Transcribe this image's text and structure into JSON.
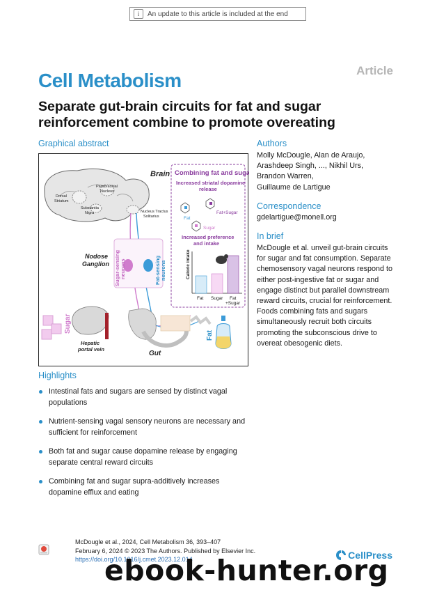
{
  "update_banner": {
    "icon": "info-icon",
    "text": "An update to this article is included at the end"
  },
  "journal_name": "Cell Metabolism",
  "article_type": "Article",
  "title": "Separate gut-brain circuits for fat and sugar reinforcement combine to promote overeating",
  "graphical_abstract": {
    "heading": "Graphical abstract",
    "labels": {
      "brain": "Brain",
      "dorsal_striatum": [
        "Dorsal",
        "Striatum"
      ],
      "parabrachial": [
        "Parabrachial",
        "Nucleus"
      ],
      "substantia_nigra": [
        "Substantia",
        "Nigra"
      ],
      "nts": [
        "Nucleus Tractus",
        "Solitarius"
      ],
      "nodose": [
        "Nodose",
        "Ganglion"
      ],
      "sugar_neurons": [
        "Sugar-sensing",
        "neurons"
      ],
      "fat_neurons": [
        "Fat-sensing",
        "neurons"
      ],
      "sugar": "Sugar",
      "fat": "Fat",
      "hepatic": [
        "Hepatic",
        "portal vein"
      ],
      "gut": "Gut"
    },
    "panel": {
      "title": "Combining fat and sugar",
      "subtitle": [
        "Increased striatal dopamine",
        "release"
      ],
      "fat_label": "Fat",
      "fat_sugar_label": "Fat+Sugar",
      "sugar_label": "Sugar",
      "preference": [
        "Increased preference",
        "and intake"
      ],
      "ylabel": "Caloric intake",
      "bars": [
        "Fat",
        "Sugar",
        "Fat",
        "+Sugar"
      ]
    }
  },
  "authors": {
    "heading": "Authors",
    "lines": [
      "Molly McDougle, Alan de Araujo,",
      "Arashdeep Singh, ..., Nikhil Urs,",
      "Brandon Warren,",
      "Guillaume de Lartigue"
    ]
  },
  "correspondence": {
    "heading": "Correspondence",
    "email": "gdelartigue@monell.org"
  },
  "in_brief": {
    "heading": "In brief",
    "lines": [
      "McDougle et al. unveil gut-brain circuits",
      "for sugar and fat consumption. Separate",
      "chemosensory vagal neurons respond to",
      "either post-ingestive fat or sugar and",
      "engage distinct but parallel downstream",
      "reward circuits, crucial for reinforcement.",
      "Foods combining fats and sugars",
      "simultaneously recruit both circuits",
      "promoting the subconscious drive to",
      "overeat obesogenic diets."
    ]
  },
  "highlights": {
    "heading": "Highlights",
    "items": [
      [
        "Intestinal fats and sugars are sensed by distinct vagal",
        "populations"
      ],
      [
        "Nutrient-sensing vagal sensory neurons are necessary and",
        "sufficient for reinforcement"
      ],
      [
        "Both fat and sugar cause dopamine release by engaging",
        "separate central reward circuits"
      ],
      [
        "Combining fat and sugar supra-additively increases",
        "dopamine efflux and eating"
      ]
    ]
  },
  "citation": {
    "line1": "McDougle et al., 2024, Cell Metabolism 36, 393–407",
    "line2": "February 6, 2024 © 2023 The Authors. Published by Elsevier Inc.",
    "doi": "https://doi.org/10.1016/j.cmet.2023.12.014"
  },
  "publisher": "CellPress",
  "watermark": "ebook-hunter.org",
  "colors": {
    "accent": "#2a8fc8",
    "sugar": "#d9a1d6",
    "fat": "#3b9bd8",
    "panel_title": "#8a3c9e"
  }
}
